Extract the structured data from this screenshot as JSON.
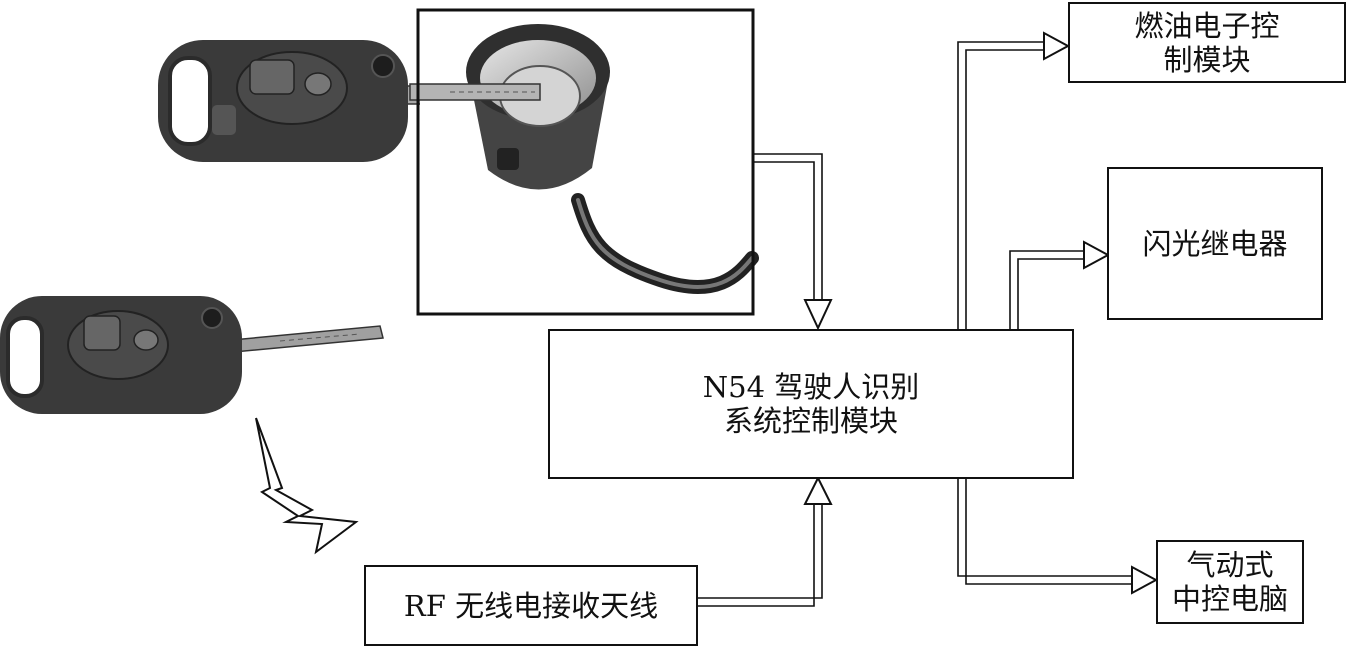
{
  "diagram": {
    "central_module": "N54 驾驶人识别\n系统控制模块",
    "fuel_module": "燃油电子控\n制模块",
    "flash_relay": "闪光继电器",
    "central_lock_computer": "气动式\n中控电脑",
    "rf_antenna": "RF 无线电接收天线"
  },
  "colors": {
    "line": "#111111",
    "key_body": "#3a3a3a",
    "key_button": "#595959",
    "key_blade": "#9a9a9a",
    "photo_bg": "#dddddd"
  },
  "icons": {
    "key_fob_top": "flip-key-fob-icon",
    "key_fob_bottom": "flip-key-fob-icon",
    "ignition": "ignition-coil-photo",
    "signal": "radio-signal-icon"
  }
}
